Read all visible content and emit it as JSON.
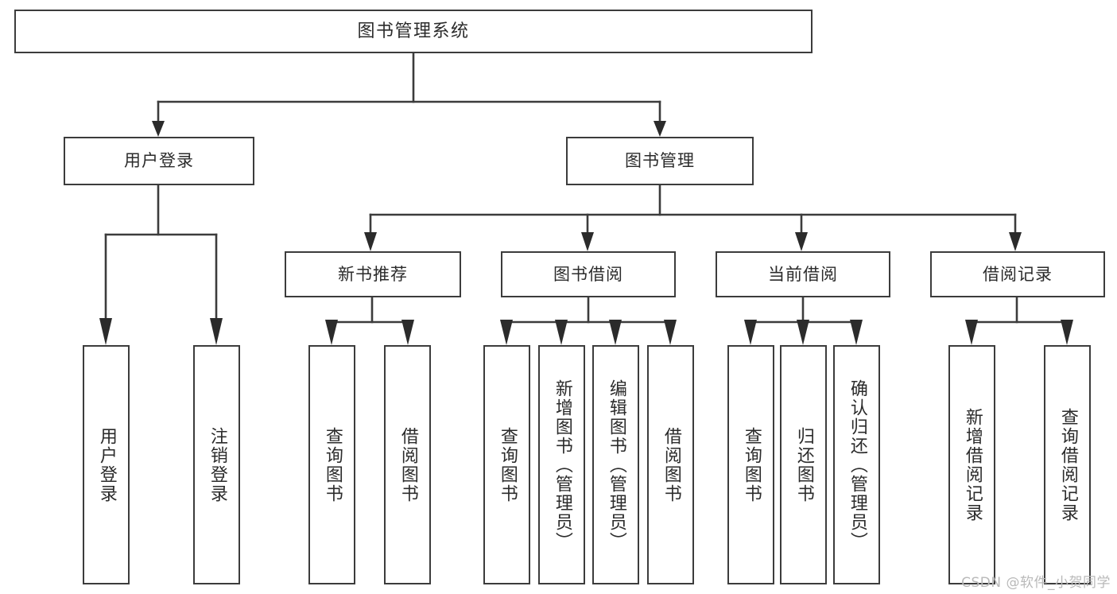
{
  "diagram": {
    "kind": "functional-structure-tree",
    "colors": {
      "stroke": "#3c3c3c",
      "text": "#2b2b2b",
      "background": "#ffffff",
      "watermark": "#b9b9b9"
    },
    "root": {
      "label": "图书管理系统"
    },
    "level2": [
      {
        "id": "user-login",
        "label": "用户登录"
      },
      {
        "id": "book-manage",
        "label": "图书管理"
      }
    ],
    "level3": [
      {
        "id": "new-book-rec",
        "label": "新书推荐"
      },
      {
        "id": "book-borrow",
        "label": "图书借阅"
      },
      {
        "id": "current-borrow",
        "label": "当前借阅"
      },
      {
        "id": "borrow-record",
        "label": "借阅记录"
      }
    ],
    "leaves": {
      "user_login": [
        {
          "id": "leaf-user-login",
          "label": "用户登录"
        },
        {
          "id": "leaf-logout",
          "label": "注销登录"
        }
      ],
      "new_book_rec": [
        {
          "id": "leaf-query-book-1",
          "label": "查询图书"
        },
        {
          "id": "leaf-borrow-book-1",
          "label": "借阅图书"
        }
      ],
      "book_borrow": [
        {
          "id": "leaf-query-book-2",
          "label": "查询图书"
        },
        {
          "id": "leaf-add-book",
          "label": "新增图书（管理员）"
        },
        {
          "id": "leaf-edit-book",
          "label": "编辑图书（管理员）"
        },
        {
          "id": "leaf-borrow-book-2",
          "label": "借阅图书"
        }
      ],
      "current_borrow": [
        {
          "id": "leaf-query-book-3",
          "label": "查询图书"
        },
        {
          "id": "leaf-return-book",
          "label": "归还图书"
        },
        {
          "id": "leaf-confirm-return",
          "label": "确认归还（管理员）"
        }
      ],
      "borrow_record": [
        {
          "id": "leaf-add-record",
          "label": "新增借阅记录"
        },
        {
          "id": "leaf-query-record",
          "label": "查询借阅记录"
        }
      ]
    }
  },
  "watermark": {
    "text": "CSDN @软件_小贺同学"
  }
}
